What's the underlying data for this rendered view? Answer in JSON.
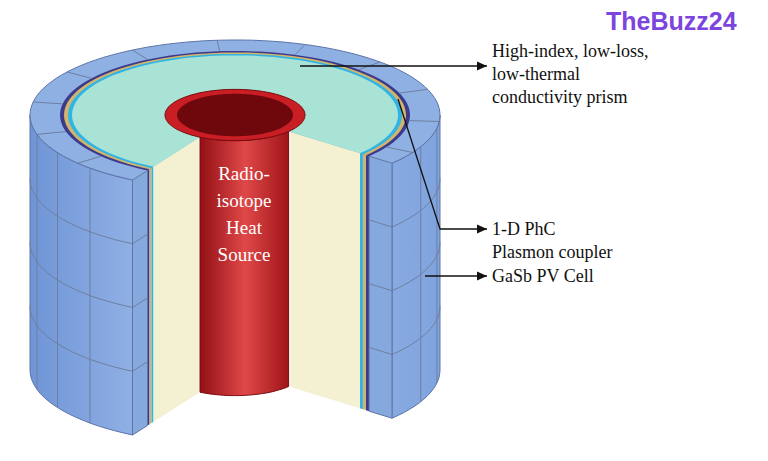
{
  "diagram": {
    "nodes": [
      {
        "text": [
          "Radio- isotope Heat Source"
        ]
      }
    ],
    "labels": [
      "High-index, low-loss, low-thermal conductivity prism",
      "1-D PhC Plasmon coupler",
      "GaSb PV Cell",
      "TheBuzz24"
    ]
  }
}
